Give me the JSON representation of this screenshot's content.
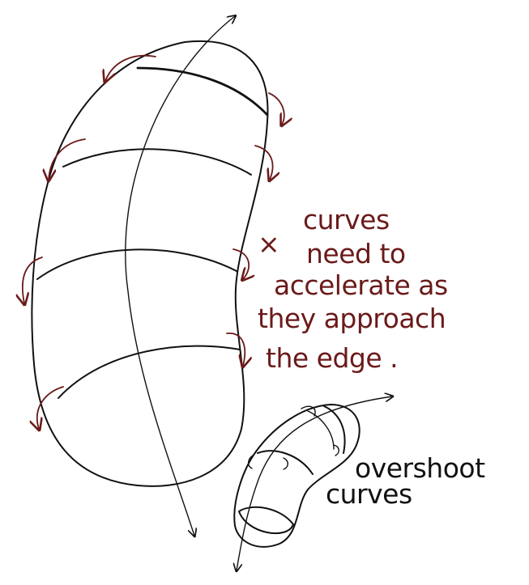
{
  "annotation": {
    "mark": "×",
    "lines": [
      "curves",
      "need to",
      "accelerate as",
      "they approach",
      "the edge ."
    ]
  },
  "overshoot_label": {
    "lines": [
      "overshoot",
      "curves"
    ]
  },
  "colors": {
    "ink": "#111111",
    "annotation": "#6b1a1a",
    "background": "#ffffff"
  }
}
